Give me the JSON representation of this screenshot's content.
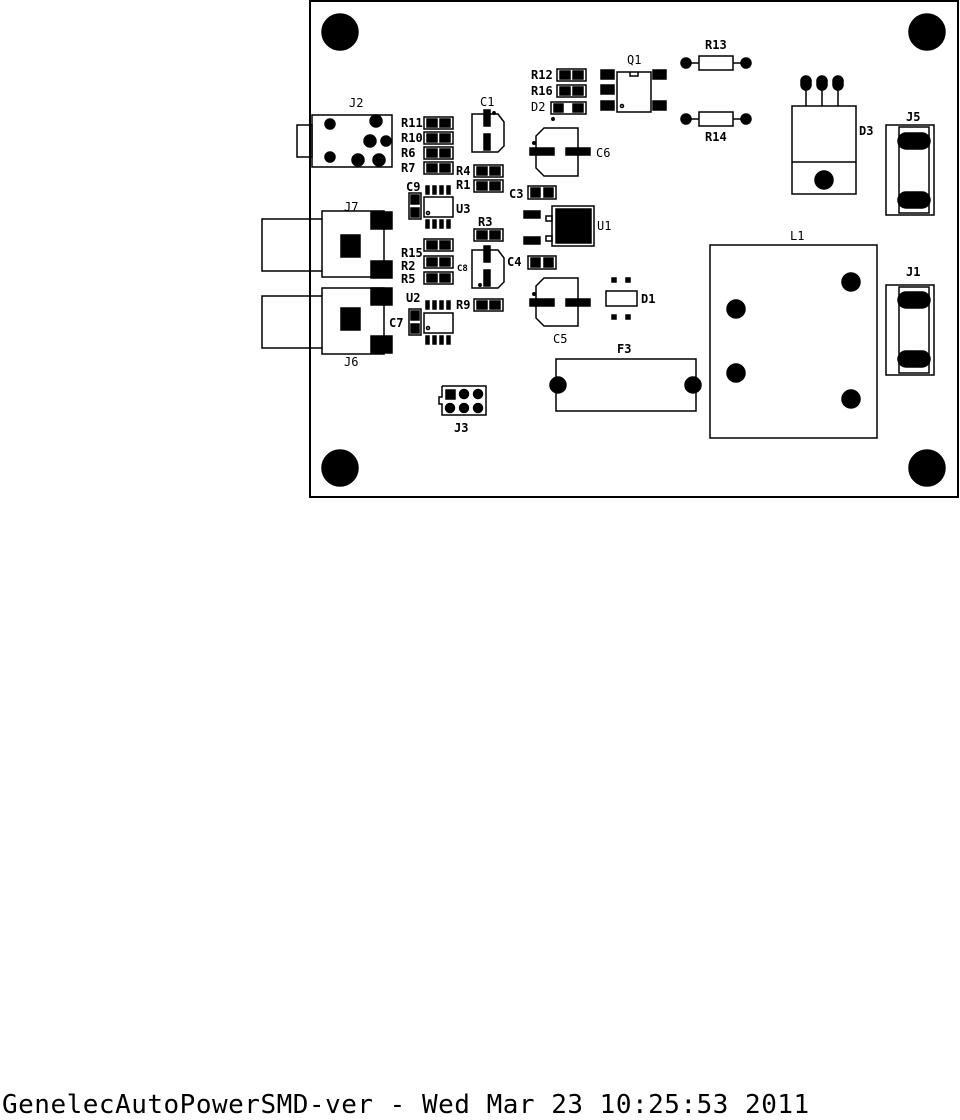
{
  "labels": {
    "J2": "J2",
    "J7": "J7",
    "J6": "J6",
    "R11": "R11",
    "R10": "R10",
    "R6": "R6",
    "R7": "R7",
    "C9": "C9",
    "U3": "U3",
    "R4": "R4",
    "R1": "R1",
    "R3": "R3",
    "C1": "C1",
    "C8": "C8",
    "R15": "R15",
    "R2": "R2",
    "R5": "R5",
    "U2": "U2",
    "C7": "C7",
    "R9": "R9",
    "J3": "J3",
    "R12": "R12",
    "R16": "R16",
    "D2": "D2",
    "Q1": "Q1",
    "C6": "C6",
    "C3": "C3",
    "U1": "U1",
    "C4": "C4",
    "C5": "C5",
    "D1": "D1",
    "F3": "F3",
    "R13": "R13",
    "R14": "R14",
    "D3": "D3",
    "J5": "J5",
    "L1": "L1",
    "J1": "J1"
  },
  "footer": {
    "text": "GenelecAutoPowerSMD-ver - Wed Mar 23 10:25:53 2011"
  }
}
